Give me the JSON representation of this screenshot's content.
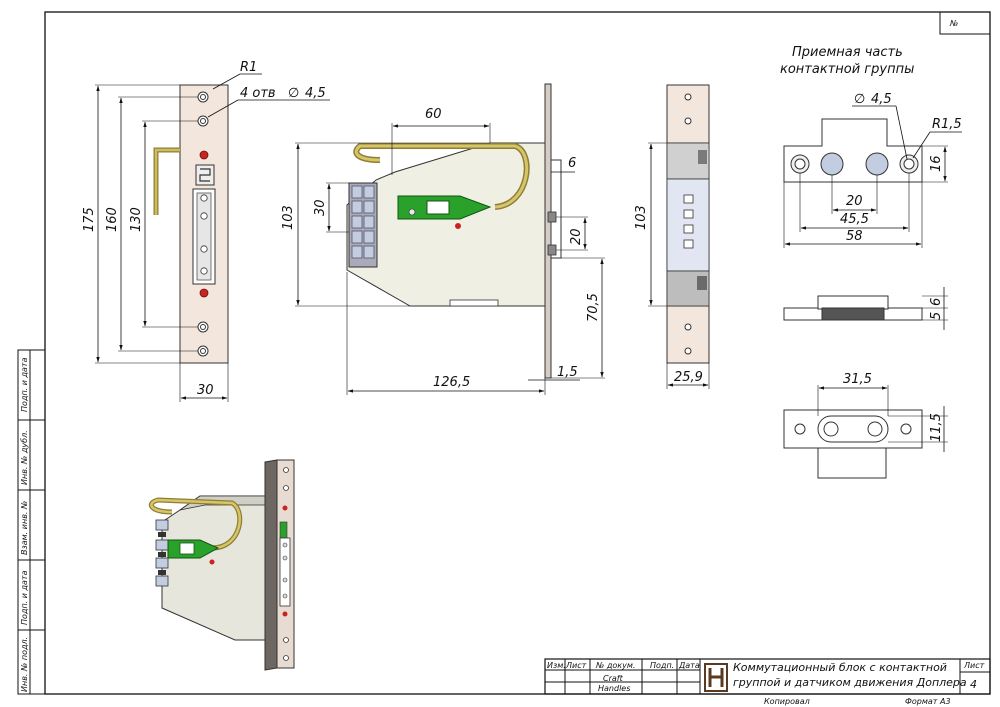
{
  "frame": {
    "sheet_number_label": "№",
    "side_stamps": [
      "Подп. и дата",
      "Инв. № дубл.",
      "Взам. инв. №",
      "Подп. и дата",
      "Инв. № подл."
    ]
  },
  "title_block": {
    "headers": [
      "Изм.",
      "Лист",
      "№ докум.",
      "Подп.",
      "Дата"
    ],
    "author": "Craft Handles",
    "title_line1": "Коммутационный блок с контактной",
    "title_line2": "группой и датчиком движения Доплера",
    "sheet_label": "Лист",
    "sheet_value": "4",
    "copied": "Копировал",
    "format": "Формат А3"
  },
  "front_view": {
    "r1": "R1",
    "holes_note": "4 отв",
    "hole_dia": "4,5",
    "dim_175": "175",
    "dim_160": "160",
    "dim_130": "130",
    "dim_30": "30"
  },
  "side_view": {
    "dim_60": "60",
    "dim_30": "30",
    "dim_103": "103",
    "dim_6": "6",
    "dim_20": "20",
    "dim_70_5": "70,5",
    "dim_126_5": "126,5",
    "dim_1_5": "1,5"
  },
  "end_view": {
    "dim_103": "103",
    "dim_25_9": "25,9"
  },
  "receiver": {
    "title_line1": "Приемная часть",
    "title_line2": "контактной группы",
    "hole_dia": "4,5",
    "radius": "R1,5",
    "dim_16": "16",
    "dim_20": "20",
    "dim_45_5": "45,5",
    "dim_58": "58",
    "dim_5": "5",
    "dim_6": "6",
    "dim_31_5": "31,5",
    "dim_11_5": "11,5"
  },
  "colors": {
    "plate": "#f3e6dc",
    "body": "#efefe4",
    "pcb": "#2aa12a",
    "wire": "#b8a64a",
    "terminal": "#c3cde2",
    "screw_red": "#cc2222",
    "dark_metal": "#6e6660"
  }
}
